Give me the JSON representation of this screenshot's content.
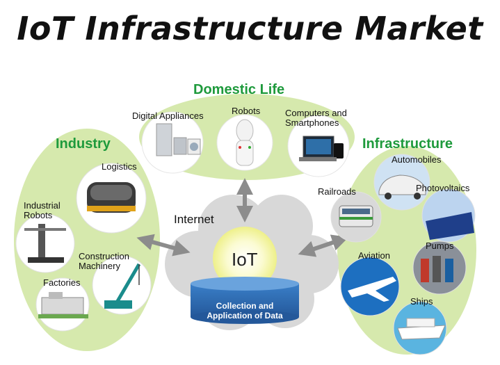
{
  "title": "IoT Infrastructure Market",
  "colors": {
    "group_green": "#d6e9ad",
    "heading_green": "#1e9a3c",
    "cloud_gray": "#d8d8d8",
    "arrow_gray": "#8c8c8c",
    "iot_glow": "#f2f29a",
    "database_blue": "#2f6fb5"
  },
  "center": {
    "internet_label": "Internet",
    "iot_label": "IoT",
    "database_label_line1": "Collection and",
    "database_label_line2": "Application of Data"
  },
  "groups": {
    "domestic": {
      "title": "Domestic Life",
      "items": {
        "appliances": "Digital Appliances",
        "robots": "Robots",
        "computers_line1": "Computers and",
        "computers_line2": "Smartphones"
      }
    },
    "industry": {
      "title": "Industry",
      "items": {
        "logistics": "Logistics",
        "robots_line1": "Industrial",
        "robots_line2": "Robots",
        "construction_line1": "Construction",
        "construction_line2": "Machinery",
        "factories": "Factories"
      }
    },
    "infrastructure": {
      "title": "Infrastructure",
      "items": {
        "automobiles": "Automobiles",
        "railroads": "Railroads",
        "photovoltaics": "Photovoltaics",
        "pumps": "Pumps",
        "aviation": "Aviation",
        "ships": "Ships"
      }
    }
  }
}
